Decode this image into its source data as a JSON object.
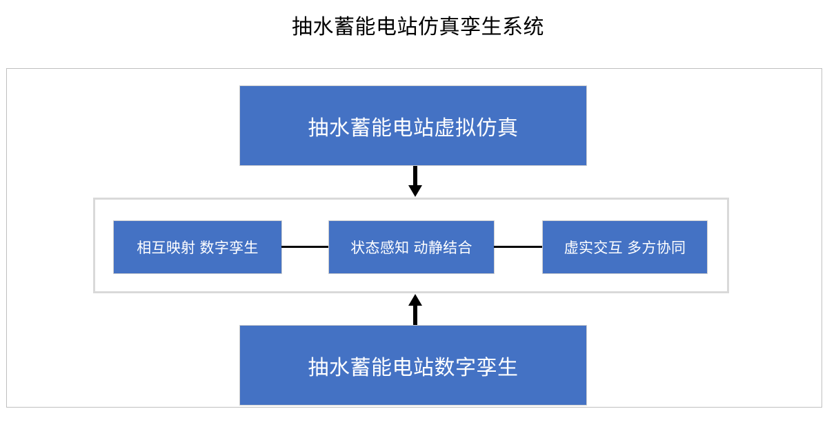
{
  "title": "抽水蓄能电站仿真孪生系统",
  "colors": {
    "box_fill": "#4472C4",
    "box_text": "#FFFFFF",
    "outer_frame_border": "#BFBFBF",
    "inner_container_border": "#D9D9D9",
    "connector": "#000000",
    "title_text": "#000000",
    "background": "#FFFFFF"
  },
  "diagram": {
    "top_box": {
      "label": "抽水蓄能电站虚拟仿真"
    },
    "bottom_box": {
      "label": "抽水蓄能电站数字孪生"
    },
    "middle_group": {
      "boxes": [
        {
          "label": "相互映射 数字孪生"
        },
        {
          "label": "状态感知 动静结合"
        },
        {
          "label": "虚实交互 多方协同"
        }
      ]
    },
    "connectors": {
      "down_arrow": "arrow-down-icon",
      "up_arrow": "arrow-up-icon",
      "link_1_2": "horizontal-line",
      "link_2_3": "horizontal-line"
    }
  }
}
